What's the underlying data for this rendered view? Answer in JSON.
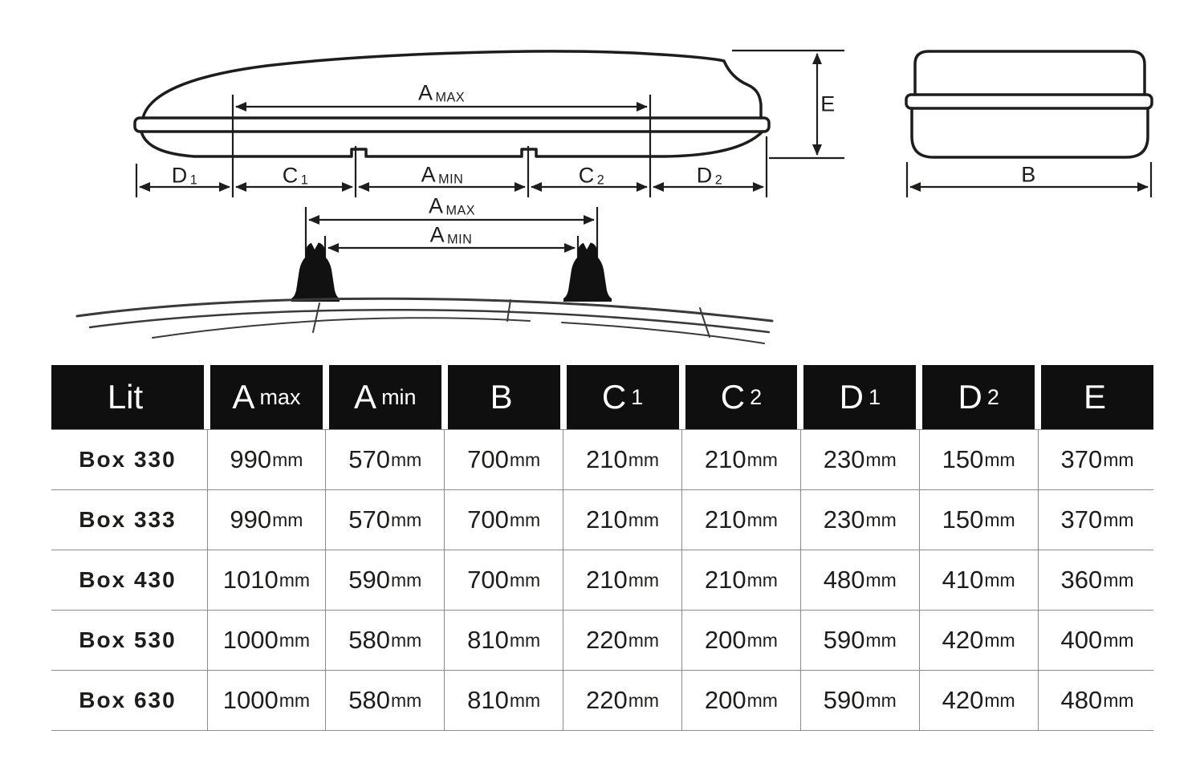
{
  "diagram": {
    "side_view": {
      "a_max": {
        "main": "A",
        "sub": "MAX"
      },
      "e": {
        "main": "E",
        "sub": ""
      },
      "d1": {
        "main": "D",
        "sub": "1"
      },
      "c1": {
        "main": "C",
        "sub": "1"
      },
      "a_min": {
        "main": "A",
        "sub": "MIN"
      },
      "c2": {
        "main": "C",
        "sub": "2"
      },
      "d2": {
        "main": "D",
        "sub": "2"
      }
    },
    "rear_view": {
      "b": {
        "main": "B",
        "sub": ""
      }
    },
    "roof_bars": {
      "a_max": {
        "main": "A",
        "sub": "MAX"
      },
      "a_min": {
        "main": "A",
        "sub": "MIN"
      }
    }
  },
  "table": {
    "unit": "mm",
    "headers": [
      {
        "main": "Lit",
        "sub": ""
      },
      {
        "main": "A",
        "sub": "max"
      },
      {
        "main": "A",
        "sub": "min"
      },
      {
        "main": "B",
        "sub": ""
      },
      {
        "main": "C",
        "sub": "1"
      },
      {
        "main": "C",
        "sub": "2"
      },
      {
        "main": "D",
        "sub": "1"
      },
      {
        "main": "D",
        "sub": "2"
      },
      {
        "main": "E",
        "sub": ""
      }
    ],
    "rows": [
      {
        "model": "Box 330",
        "values": [
          "990",
          "570",
          "700",
          "210",
          "210",
          "230",
          "150",
          "370"
        ]
      },
      {
        "model": "Box 333",
        "values": [
          "990",
          "570",
          "700",
          "210",
          "210",
          "230",
          "150",
          "370"
        ]
      },
      {
        "model": "Box 430",
        "values": [
          "1010",
          "590",
          "700",
          "210",
          "210",
          "480",
          "410",
          "360"
        ]
      },
      {
        "model": "Box 530",
        "values": [
          "1000",
          "580",
          "810",
          "220",
          "200",
          "590",
          "420",
          "400"
        ]
      },
      {
        "model": "Box 630",
        "values": [
          "1000",
          "580",
          "810",
          "220",
          "200",
          "590",
          "420",
          "480"
        ]
      }
    ]
  },
  "colors": {
    "line": "#1d1d1b",
    "header_bg": "#0f0f0f",
    "header_text": "#ffffff",
    "grid_line": "#8c8c8c"
  }
}
